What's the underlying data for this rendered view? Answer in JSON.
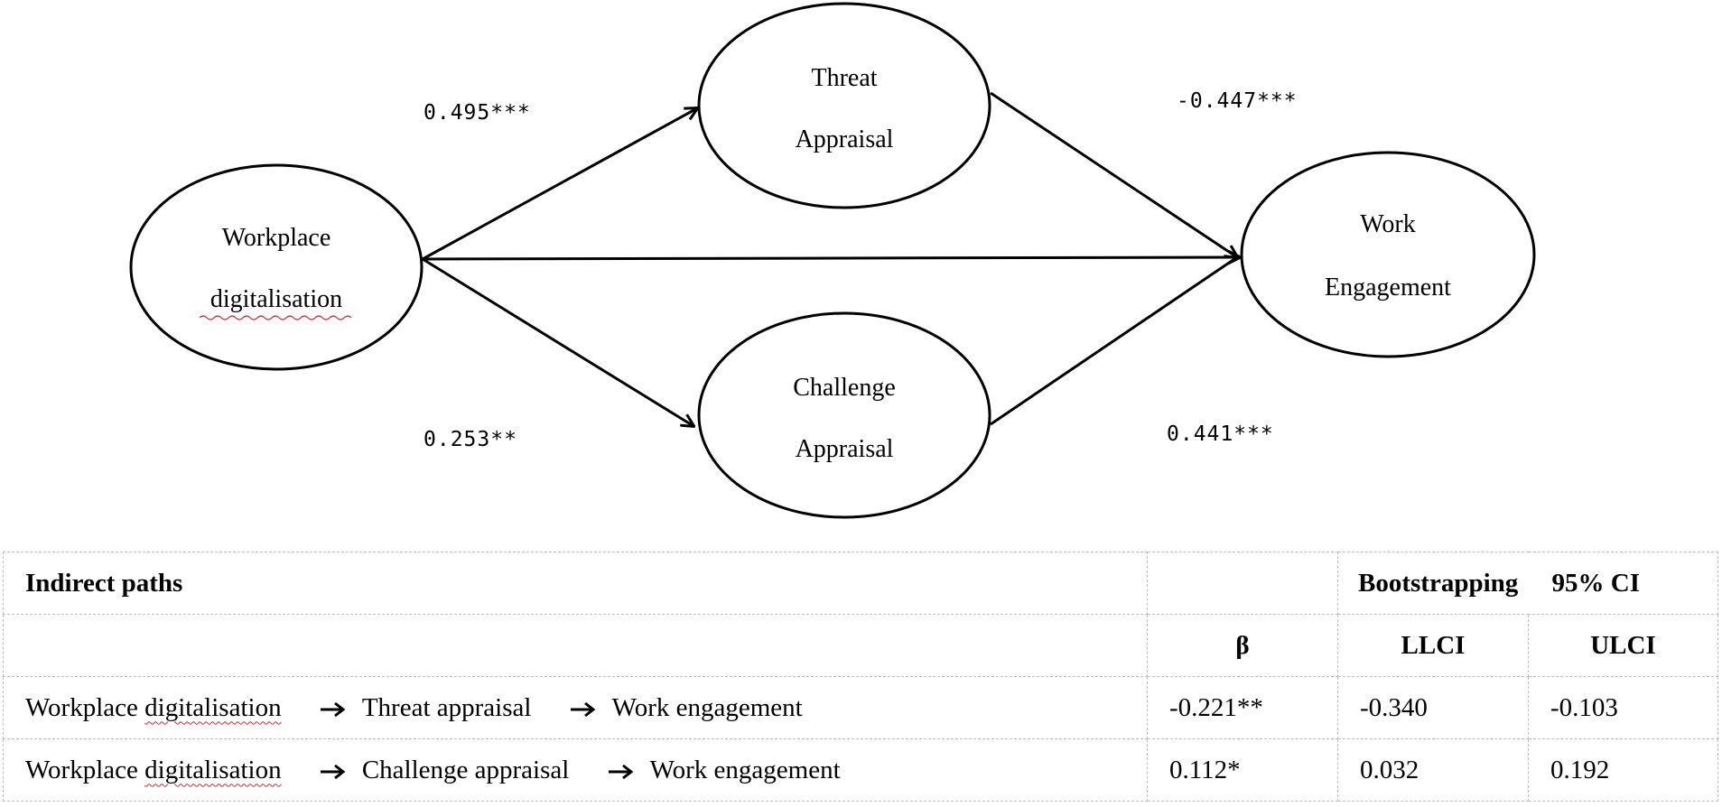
{
  "diagram": {
    "nodes": {
      "workplace": {
        "line1": "Workplace",
        "line2": "digitalisation"
      },
      "threat": {
        "line1": "Threat",
        "line2": "Appraisal"
      },
      "challenge": {
        "line1": "Challenge",
        "line2": "Appraisal"
      },
      "engagement": {
        "line1": "Work",
        "line2": "Engagement"
      }
    },
    "coefficients": {
      "wd_to_threat": "0.495***",
      "wd_to_challenge": "0.253**",
      "threat_to_engagement": "-0.447***",
      "challenge_to_engagement": "0.441***"
    }
  },
  "table": {
    "header": {
      "indirect_paths": "Indirect paths",
      "bootstrapping": "Bootstrapping",
      "ci": "95% CI",
      "beta": "β",
      "llci": "LLCI",
      "ulci": "ULCI"
    },
    "rows": [
      {
        "part1": "Workplace ",
        "part1_wavy": "digitalisation",
        "part2": "Threat appraisal",
        "part3": "Work engagement",
        "beta": "-0.221**",
        "llci": "-0.340",
        "ulci": "-0.103"
      },
      {
        "part1": "Workplace ",
        "part1_wavy": "digitalisation",
        "part2": "Challenge appraisal",
        "part3": "Work engagement",
        "beta": "0.112*",
        "llci": "0.032",
        "ulci": "0.192"
      }
    ]
  }
}
